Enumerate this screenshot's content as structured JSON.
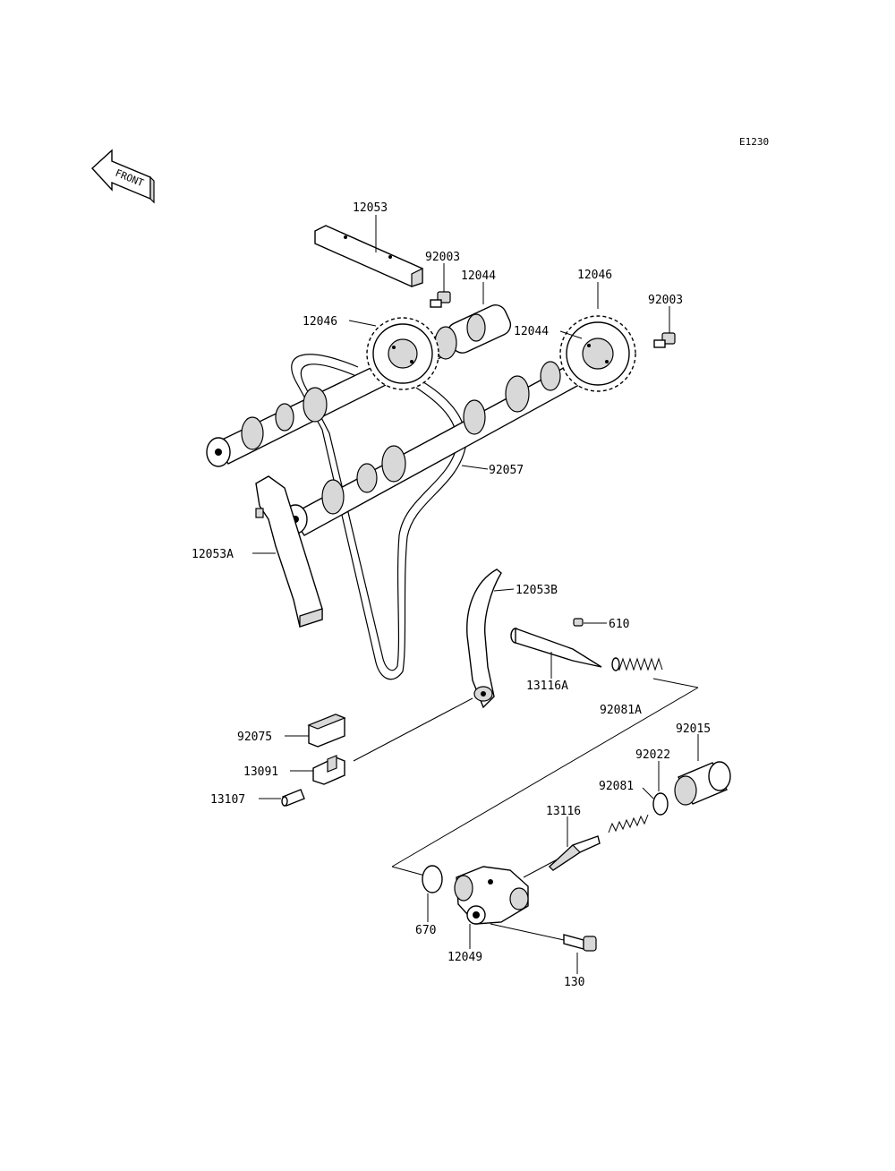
{
  "diagram_code": "E1230",
  "front_label": "FRONT",
  "labels": {
    "p12053": "12053",
    "p92003a": "92003",
    "p12044a": "12044",
    "p12046a": "12046",
    "p12046b": "12046",
    "p92003b": "92003",
    "p12044b": "12044",
    "p92057": "92057",
    "p12053A": "12053A",
    "p12053B": "12053B",
    "p610": "610",
    "p13116A": "13116A",
    "p92081A": "92081A",
    "p92075": "92075",
    "p13091": "13091",
    "p13107": "13107",
    "p92015": "92015",
    "p92022": "92022",
    "p92081": "92081",
    "p13116": "13116",
    "p670": "670",
    "p12049": "12049",
    "p130": "130"
  }
}
